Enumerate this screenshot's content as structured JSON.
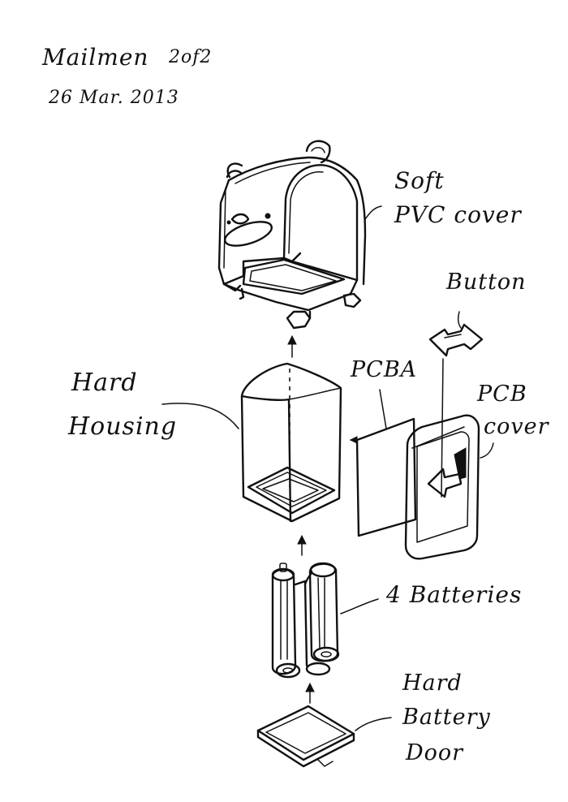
{
  "header": {
    "title": "Mailmen",
    "page": "2of2",
    "date": "26 Mar. 2013"
  },
  "labels": {
    "soft_cover_line1": "Soft",
    "soft_cover_line2": "PVC cover",
    "button": "Button",
    "hard_housing_line1": "Hard",
    "hard_housing_line2": "Housing",
    "pcba": "PCBA",
    "pcb_cover_line1": "PCB",
    "pcb_cover_line2": "cover",
    "batteries": "4 Batteries",
    "battery_door_line1": "Hard",
    "battery_door_line2": "Battery",
    "battery_door_line3": "Door"
  }
}
